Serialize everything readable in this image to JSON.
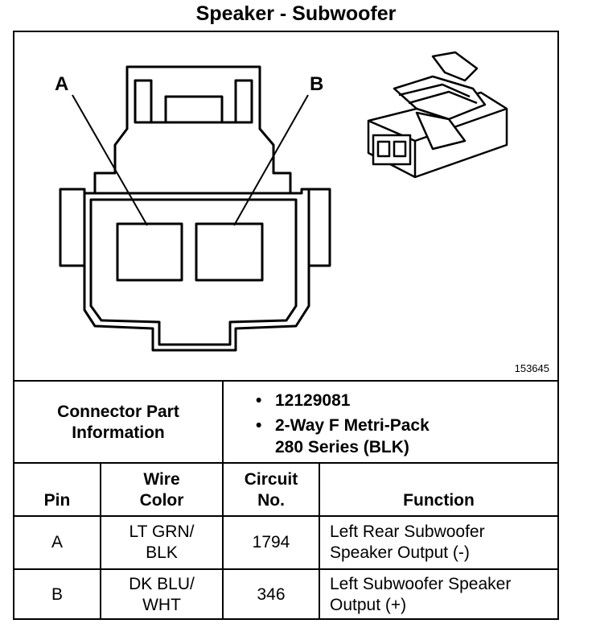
{
  "title": "Speaker - Subwoofer",
  "part_number": "153645",
  "pin_labels": [
    "A",
    "B"
  ],
  "connector_info": {
    "label_line1": "Connector Part",
    "label_line2": "Information",
    "bullet_symbol": "•",
    "items": [
      {
        "line1": "12129081"
      },
      {
        "line1": "2-Way F Metri-Pack",
        "line2": "280 Series (BLK)"
      }
    ]
  },
  "table": {
    "headers": {
      "pin": "Pin",
      "wire_color_1": "Wire",
      "wire_color_2": "Color",
      "circuit_1": "Circuit",
      "circuit_2": "No.",
      "function": "Function"
    },
    "rows": [
      {
        "pin": "A",
        "wire_1": "LT GRN/",
        "wire_2": "BLK",
        "circuit": "1794",
        "function_1": "Left Rear Subwoofer",
        "function_2": "Speaker Output (-)"
      },
      {
        "pin": "B",
        "wire_1": "DK BLU/",
        "wire_2": "WHT",
        "circuit": "346",
        "function_1": "Left Subwoofer Speaker",
        "function_2": "Output (+)"
      }
    ]
  }
}
